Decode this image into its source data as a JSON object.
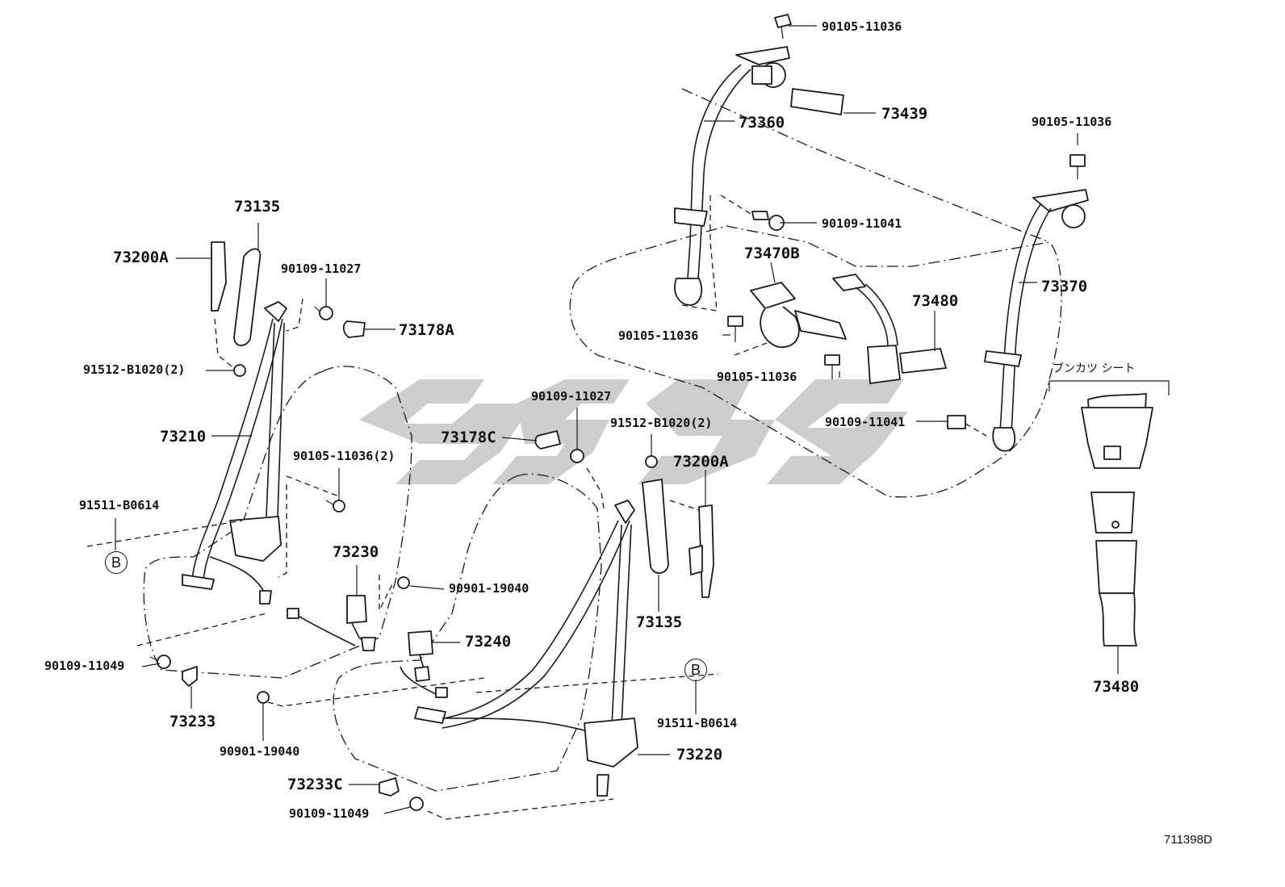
{
  "diagram": {
    "drawing_code": "711398D",
    "watermark_color": "#c8c8c8",
    "line_color": "#1a1a1a",
    "callouts": {
      "b_left": "B",
      "b_right": "B"
    },
    "labels": {
      "p73135_top": "73135",
      "p73200A_left": "73200A",
      "p90109_11027_left": "90109-11027",
      "p73178A": "73178A",
      "p91512_left": "91512-B1020(2)",
      "p73210": "73210",
      "p90105_11036_2": "90105-11036(2)",
      "p91511_left": "91511-B0614",
      "p73230": "73230",
      "p90901_19040_mid": "90901-19040",
      "p73240": "73240",
      "p90109_11049_left": "90109-11049",
      "p73233": "73233",
      "p90901_19040_bottom": "90901-19040",
      "p73233C": "73233C",
      "p90109_11049_bottom": "90109-11049",
      "p73178C": "73178C",
      "p90109_11027_mid": "90109-11027",
      "p91512_mid": "91512-B1020(2)",
      "p73200A_mid": "73200A",
      "p73135_mid": "73135",
      "p91511_mid": "91511-B0614",
      "p73220": "73220",
      "p90105_11036_top": "90105-11036",
      "p73439": "73439",
      "p73360": "73360",
      "p90109_11041_top": "90109-11041",
      "p73470B": "73470B",
      "p90105_11036_mid": "90105-11036",
      "p73480_mid": "73480",
      "p90105_11036_lower": "90105-11036",
      "p90109_11041_lower": "90109-11041",
      "p90105_11036_right": "90105-11036",
      "p73370": "73370",
      "bunkatsu_seat": "ブンカツ シート",
      "p73480_right": "73480"
    }
  }
}
